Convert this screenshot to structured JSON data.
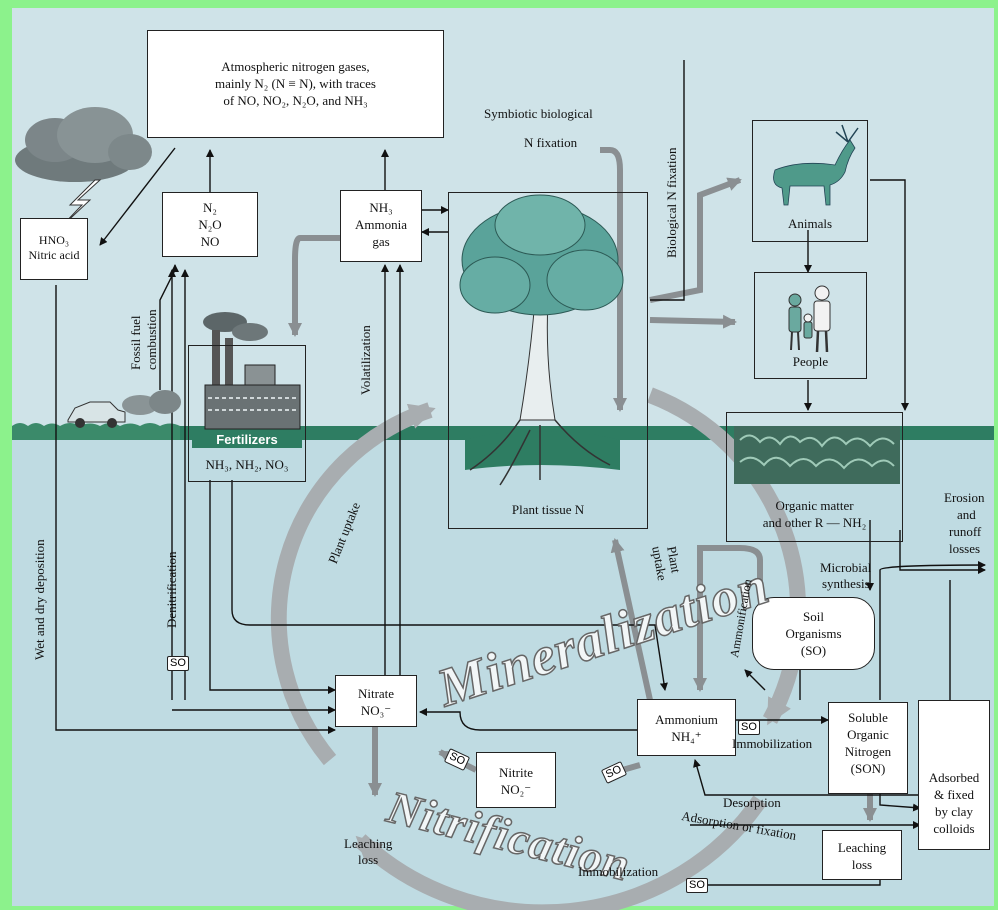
{
  "boxes": {
    "atmosphere": {
      "line1": "Atmospheric nitrogen gases,",
      "line2": "mainly N₂ (N ≡ N), with traces",
      "line3": "of NO, NO₂, N₂O, and NH₃"
    },
    "hno3": {
      "line1": "HNO₃",
      "line2": "Nitric acid"
    },
    "n_gases": {
      "line1": "N₂",
      "line2": "N₂O",
      "line3": "NO"
    },
    "ammonia_gas": {
      "line1": "NH₃",
      "line2": "Ammonia",
      "line3": "gas"
    },
    "fertilizers": {
      "title": "Fertilizers",
      "formula": "NH₃, NH₂, NO₃"
    },
    "plant": {
      "label": "Plant tissue N"
    },
    "animals": {
      "label": "Animals"
    },
    "people": {
      "label": "People"
    },
    "organic": {
      "line1": "Organic matter",
      "line2": "and other R — NH₂"
    },
    "soil_organisms": {
      "line1": "Soil",
      "line2": "Organisms",
      "line3": "(SO)"
    },
    "nitrate": {
      "line1": "Nitrate",
      "line2": "NO₃⁻"
    },
    "ammonium": {
      "line1": "Ammonium",
      "line2": "NH₄⁺"
    },
    "nitrite": {
      "line1": "Nitrite",
      "line2": "NO₂⁻"
    },
    "son": {
      "line1": "Soluble",
      "line2": "Organic",
      "line3": "Nitrogen",
      "line4": "(SON)"
    },
    "adsorbed": {
      "line1": "Adsorbed",
      "line2": "& fixed",
      "line3": "by clay",
      "line4": "colloids"
    },
    "leaching_right": {
      "line1": "Leaching",
      "line2": "loss"
    }
  },
  "labels": {
    "symbiotic1": "Symbiotic biological",
    "symbiotic2": "N fixation",
    "bio_fixation": "Biological N fixation",
    "fossil1": "Fossil fuel",
    "fossil2": "combustion",
    "volatilization": "Volatilization",
    "plant_uptake": "Plant uptake",
    "plant_uptake2_1": "Plant",
    "plant_uptake2_2": "uptake",
    "ammonification": "Ammonification",
    "wet_dry": "Wet and dry deposition",
    "denitrification": "Denitrification",
    "erosion1": "Erosion",
    "erosion2": "and",
    "erosion3": "runoff",
    "erosion4": "losses",
    "microbial1": "Microbial",
    "microbial2": "synthesis",
    "immobilization_mid": "Immobilization",
    "desorption": "Desorption",
    "adsorption": "Adsorption or fixation",
    "immobilization_bottom": "Immobilization",
    "leaching_left1": "Leaching",
    "leaching_left2": "loss",
    "mineralization": "Mineralization",
    "nitrification": "Nitrification",
    "so": "SO"
  },
  "colors": {
    "ground": "#2e7d62",
    "arrow_gray": "#8a8f92",
    "big_arrow": "#a8adb0",
    "tree": "#5aa39a",
    "page_bg": "#8cf28c"
  }
}
